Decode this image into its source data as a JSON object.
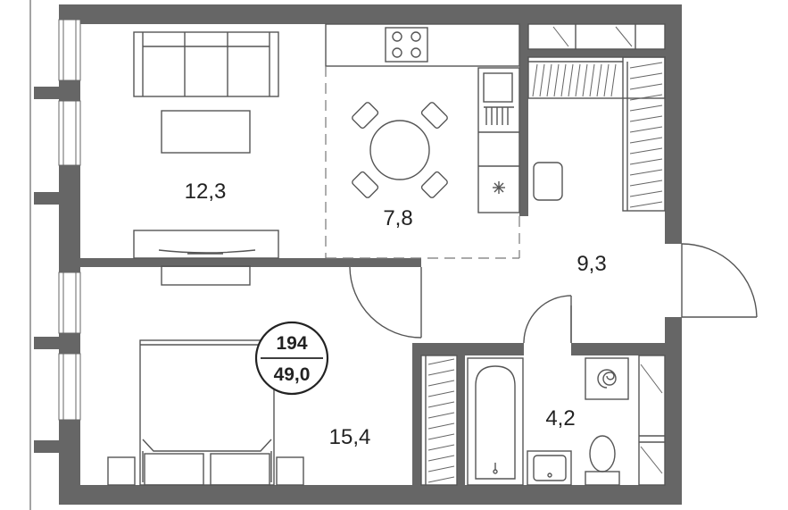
{
  "rooms": {
    "living": {
      "area": "12,3"
    },
    "kitchen": {
      "area": "7,8"
    },
    "hall": {
      "area": "9,3"
    },
    "bedroom": {
      "area": "15,4"
    },
    "bathroom": {
      "area": "4,2"
    }
  },
  "badge": {
    "number": "194",
    "total_area": "49,0"
  },
  "colors": {
    "wall": "#666666",
    "furniture_line": "#555555",
    "background": "#ffffff"
  }
}
